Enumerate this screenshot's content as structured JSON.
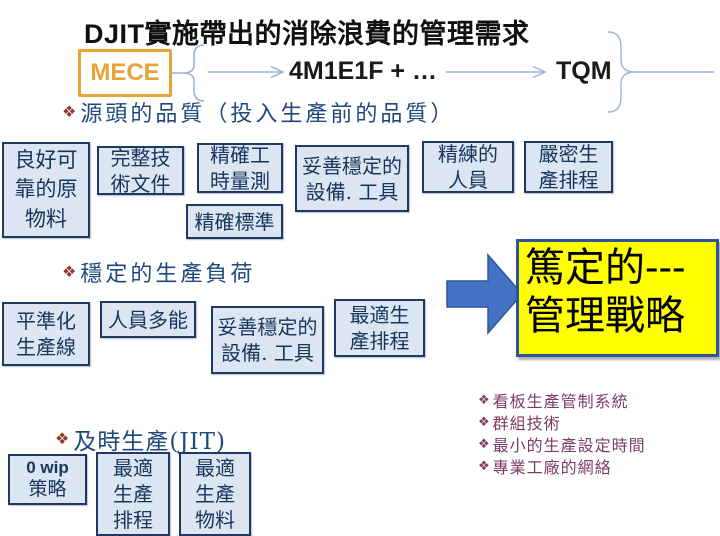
{
  "slide": {
    "title": "DJIT實施帶出的消除浪費的管理需求",
    "bullet_char": "❖"
  },
  "flow": {
    "mece_label": "MECE",
    "center_label": "4M1E1F + …",
    "right_label": "TQM"
  },
  "sections": {
    "quality": {
      "heading": "源頭的品質（投入生產前的品質）",
      "boxes": [
        "良好可\n靠的原\n物料",
        "完整技\n術文件",
        "精確工\n時量測",
        "精確標準",
        "妥善穩定的\n設備. 工具",
        "精練的\n人員",
        "嚴密生\n產排程"
      ]
    },
    "load": {
      "heading": "穩定的生產負荷",
      "boxes": [
        "平準化\n生產線",
        "人員多能",
        "妥善穩定的\n設備. 工具",
        "最適生\n產排程"
      ]
    },
    "jit": {
      "heading": "及時生產(JIT)",
      "wip_box": {
        "top": "0 wip",
        "bottom": "策略"
      },
      "boxes": [
        "最適\n生產\n排程",
        "最適\n生產\n物料"
      ]
    }
  },
  "result": {
    "label": "篤定的---\n管理戰略"
  },
  "notes": [
    "看板生產管制系統",
    "群組技術",
    "最小的生產設定時間",
    "專業工廠的網絡"
  ],
  "colors": {
    "accent_orange": "#E8A33B",
    "heading_blue": "#1F497D",
    "bullet_maroon": "#943634",
    "notes_plum": "#7D3C64",
    "box_fill": "#DCE6F2",
    "box_border": "#1F3864",
    "box_text": "#17365D",
    "connector_blue": "#9DB4D6",
    "arrow_blue": "#4472C4",
    "arrow_border": "#2E5597",
    "result_fill": "#FFFF00",
    "result_border": "#2E5597",
    "title_black": "#111111"
  }
}
